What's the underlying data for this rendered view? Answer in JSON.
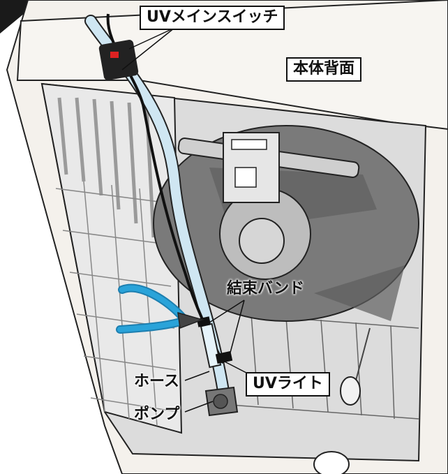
{
  "labels": {
    "uv_main_switch": "UVメインスイッチ",
    "unit_back": "本体背面",
    "cable_tie": "結束バンド",
    "hose": "ホース",
    "uv_light": "UVライト",
    "pump": "ポンプ"
  },
  "colors": {
    "outline": "#222222",
    "body": "#f4f1ec",
    "interior": "#d9d9d9",
    "fan": "#6e6e6e",
    "hose": "#cfe6f2",
    "plier_grip": "#2aa3d9"
  },
  "icons": [
    "uv-switch-icon",
    "pliers-icon",
    "fan-icon",
    "pump-icon",
    "uv-light-icon"
  ]
}
